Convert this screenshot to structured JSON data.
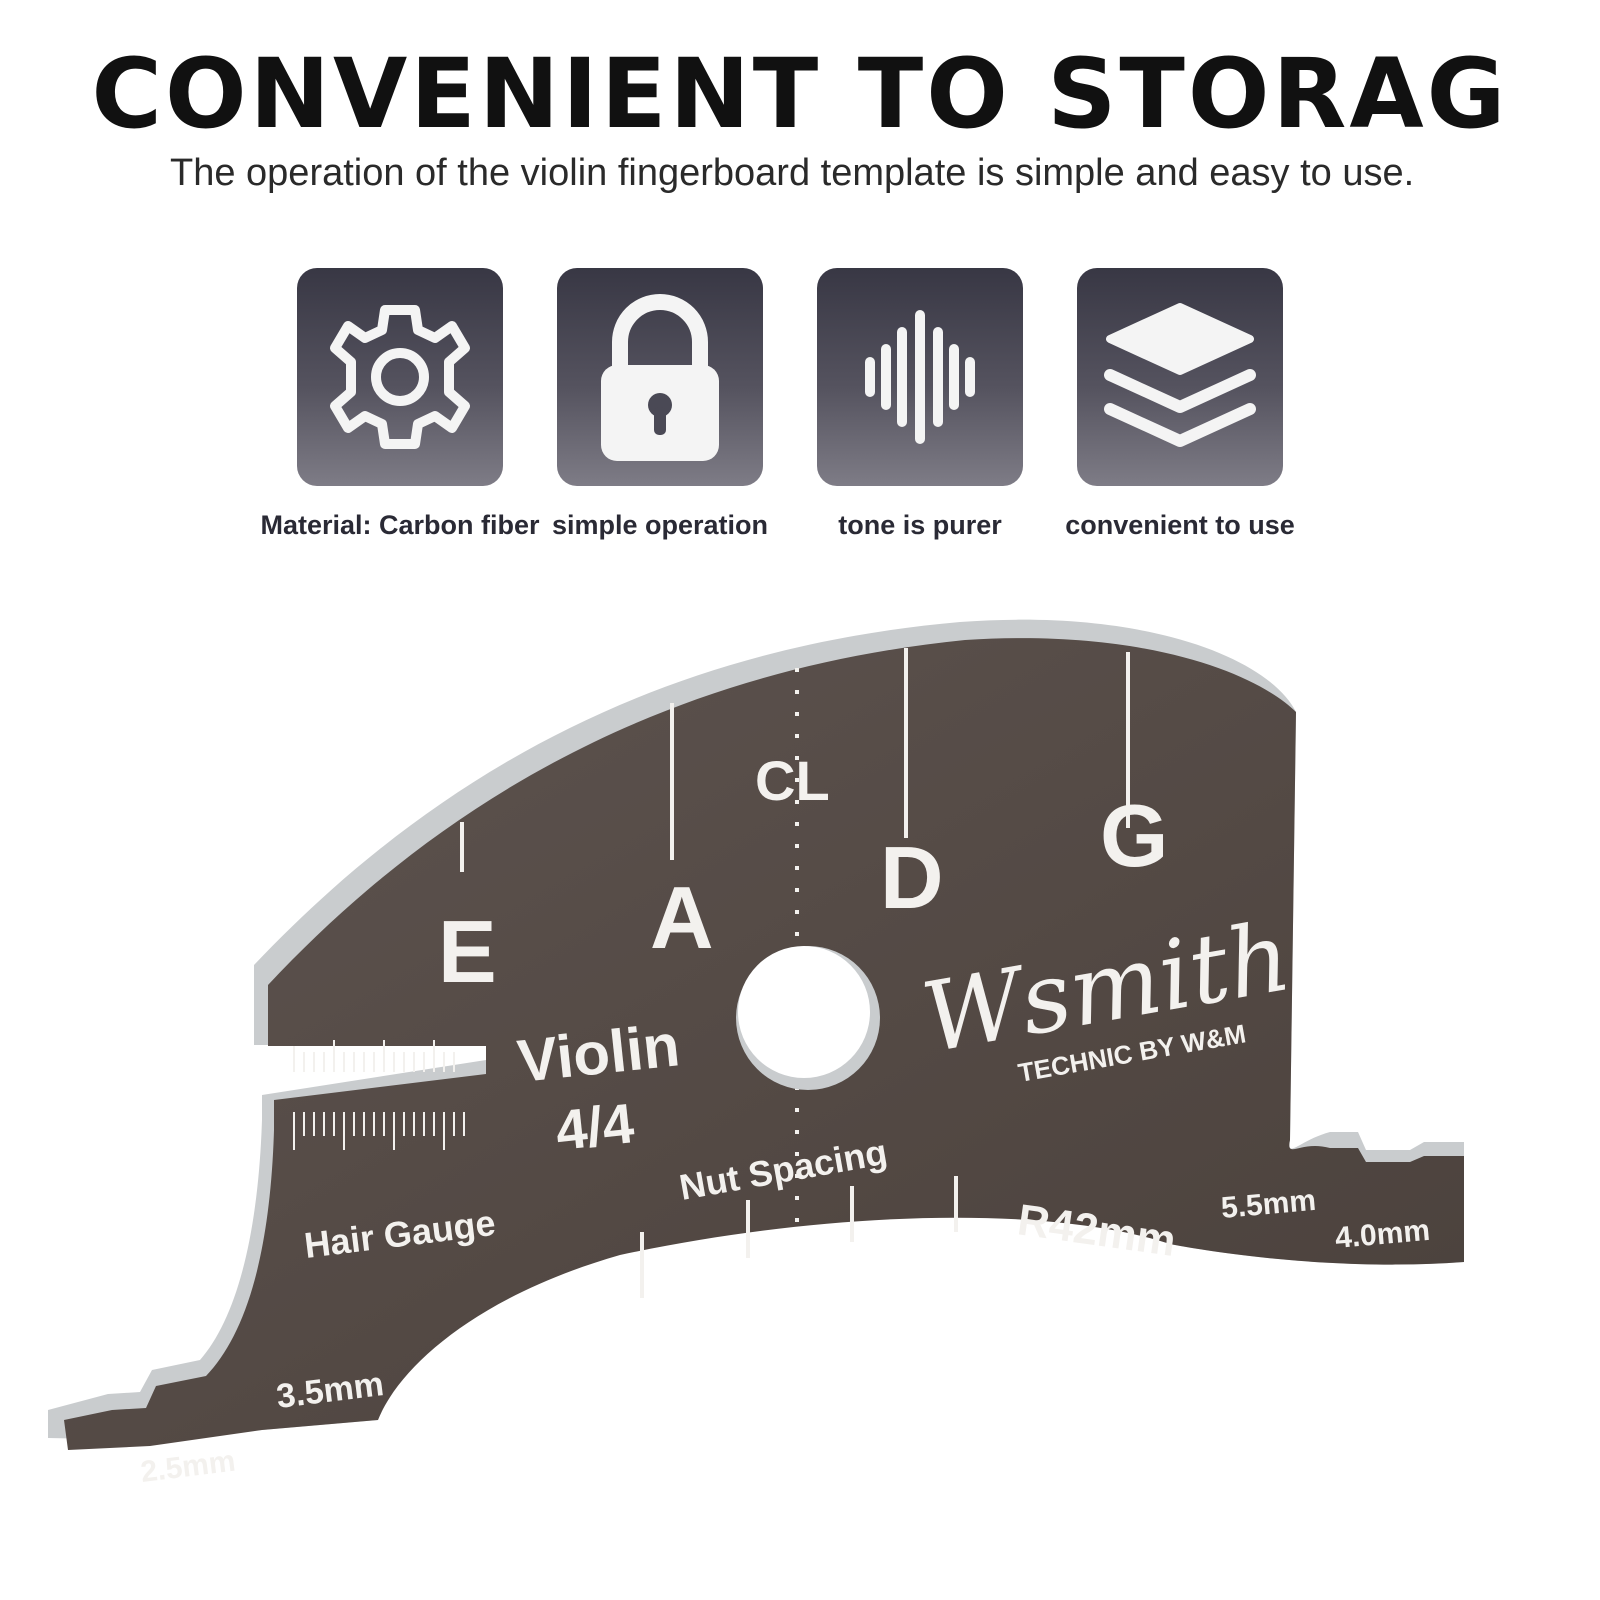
{
  "header": {
    "title": "CONVENIENT TO STORAG",
    "subtitle": "The operation of the violin fingerboard template is simple and easy to use."
  },
  "features": [
    {
      "icon": "gear-icon",
      "label": "Material: Carbon fiber"
    },
    {
      "icon": "lock-icon",
      "label": "simple operation"
    },
    {
      "icon": "sound-wave-icon",
      "label": "tone is purer"
    },
    {
      "icon": "layers-icon",
      "label": "convenient to use"
    }
  ],
  "template": {
    "strings": [
      "E",
      "A",
      "D",
      "G"
    ],
    "centerline": "CL",
    "model": "Violin",
    "size": "4/4",
    "brand": "Wsmith",
    "brand_tagline": "TECHNIC BY W&M",
    "hair_gauge": "Hair Gauge",
    "nut_spacing": "Nut Spacing",
    "radius": "R42mm",
    "left_steps": [
      "3.5mm",
      "2.5mm"
    ],
    "right_steps": [
      "5.5mm",
      "4.0mm"
    ]
  },
  "colors": {
    "tile_dark": "#383744",
    "template_body": "#564c47",
    "template_edge": "#c9ccce",
    "etch": "#f3f1ee"
  }
}
